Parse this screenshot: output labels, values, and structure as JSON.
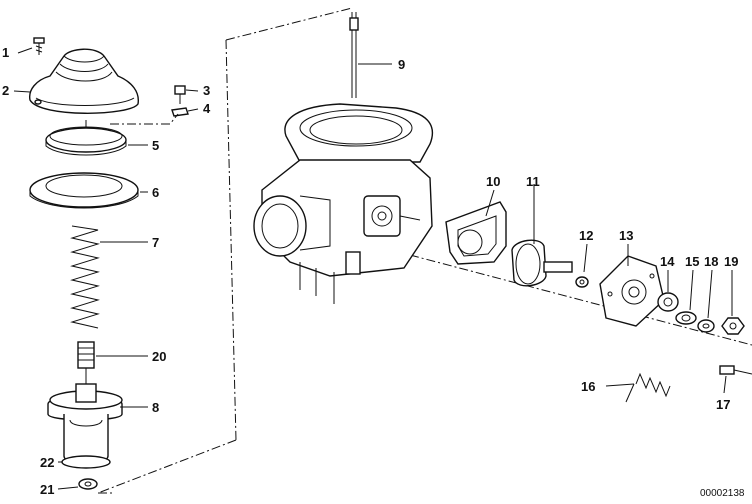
{
  "diagram": {
    "document_number": "00002138",
    "callouts": [
      {
        "id": "1",
        "label": "1"
      },
      {
        "id": "2",
        "label": "2"
      },
      {
        "id": "3",
        "label": "3"
      },
      {
        "id": "4",
        "label": "4"
      },
      {
        "id": "5",
        "label": "5"
      },
      {
        "id": "6",
        "label": "6"
      },
      {
        "id": "7",
        "label": "7"
      },
      {
        "id": "8",
        "label": "8"
      },
      {
        "id": "9",
        "label": "9"
      },
      {
        "id": "10",
        "label": "10"
      },
      {
        "id": "11",
        "label": "11"
      },
      {
        "id": "12",
        "label": "12"
      },
      {
        "id": "13",
        "label": "13"
      },
      {
        "id": "14",
        "label": "14"
      },
      {
        "id": "15",
        "label": "15"
      },
      {
        "id": "16",
        "label": "16"
      },
      {
        "id": "17",
        "label": "17"
      },
      {
        "id": "18",
        "label": "18"
      },
      {
        "id": "19",
        "label": "19"
      },
      {
        "id": "20",
        "label": "20"
      },
      {
        "id": "21",
        "label": "21"
      },
      {
        "id": "22",
        "label": "22"
      }
    ]
  }
}
